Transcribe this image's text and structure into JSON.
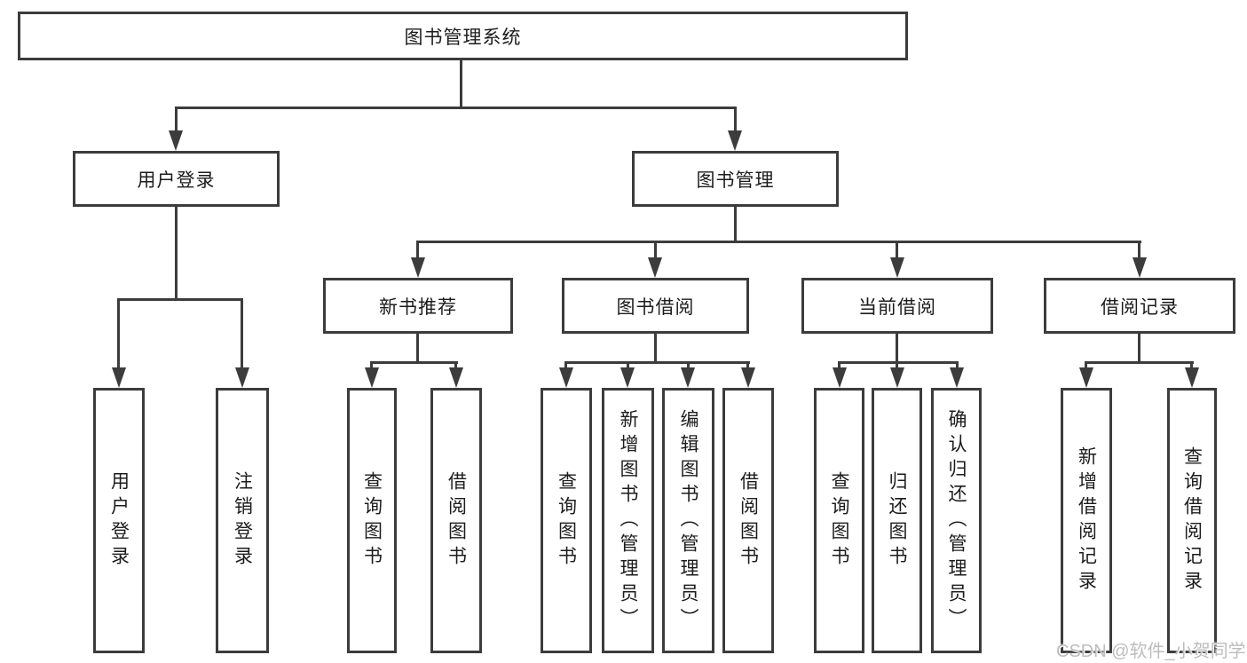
{
  "tree": {
    "label": "图书管理系统",
    "children": [
      {
        "label": "用户登录",
        "children": [
          {
            "label": "用户登录"
          },
          {
            "label": "注销登录"
          }
        ]
      },
      {
        "label": "图书管理",
        "children": [
          {
            "label": "新书推荐",
            "children": [
              {
                "label": "查询图书"
              },
              {
                "label": "借阅图书"
              }
            ]
          },
          {
            "label": "图书借阅",
            "children": [
              {
                "label": "查询图书"
              },
              {
                "label": "新增图书（管理员）"
              },
              {
                "label": "编辑图书（管理员）"
              },
              {
                "label": "借阅图书"
              }
            ]
          },
          {
            "label": "当前借阅",
            "children": [
              {
                "label": "查询图书"
              },
              {
                "label": "归还图书"
              },
              {
                "label": "确认归还（管理员）"
              }
            ]
          },
          {
            "label": "借阅记录",
            "children": [
              {
                "label": "新增借阅记录"
              },
              {
                "label": "查询借阅记录"
              }
            ]
          }
        ]
      }
    ]
  },
  "watermark": {
    "text": "CSDN @软件_小贺同学"
  },
  "colors": {
    "line": "#3c3c3c",
    "text": "#1c1c1c",
    "background": "#ffffff",
    "watermark": "#bdbdbd"
  }
}
